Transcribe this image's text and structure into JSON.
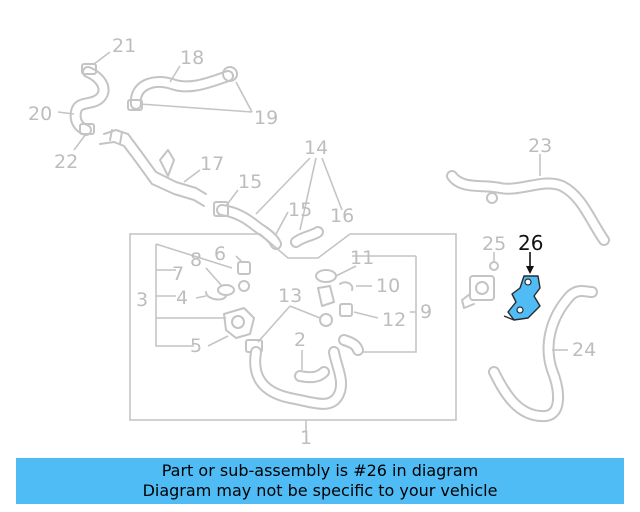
{
  "diagram": {
    "callouts": [
      "21",
      "18",
      "20",
      "19",
      "22",
      "17",
      "14",
      "15",
      "15",
      "16",
      "23",
      "26",
      "25",
      "6",
      "8",
      "11",
      "7",
      "10",
      "3",
      "4",
      "13",
      "12",
      "9",
      "5",
      "2",
      "24",
      "1"
    ],
    "highlighted_part": "26",
    "highlight_color": "#4fbcf5",
    "part_color": "#c4c4c4"
  },
  "banner": {
    "line1": "Part or sub-assembly is #26 in diagram",
    "line2": "Diagram may not be specific to your vehicle",
    "background": "#4fbcf5"
  }
}
